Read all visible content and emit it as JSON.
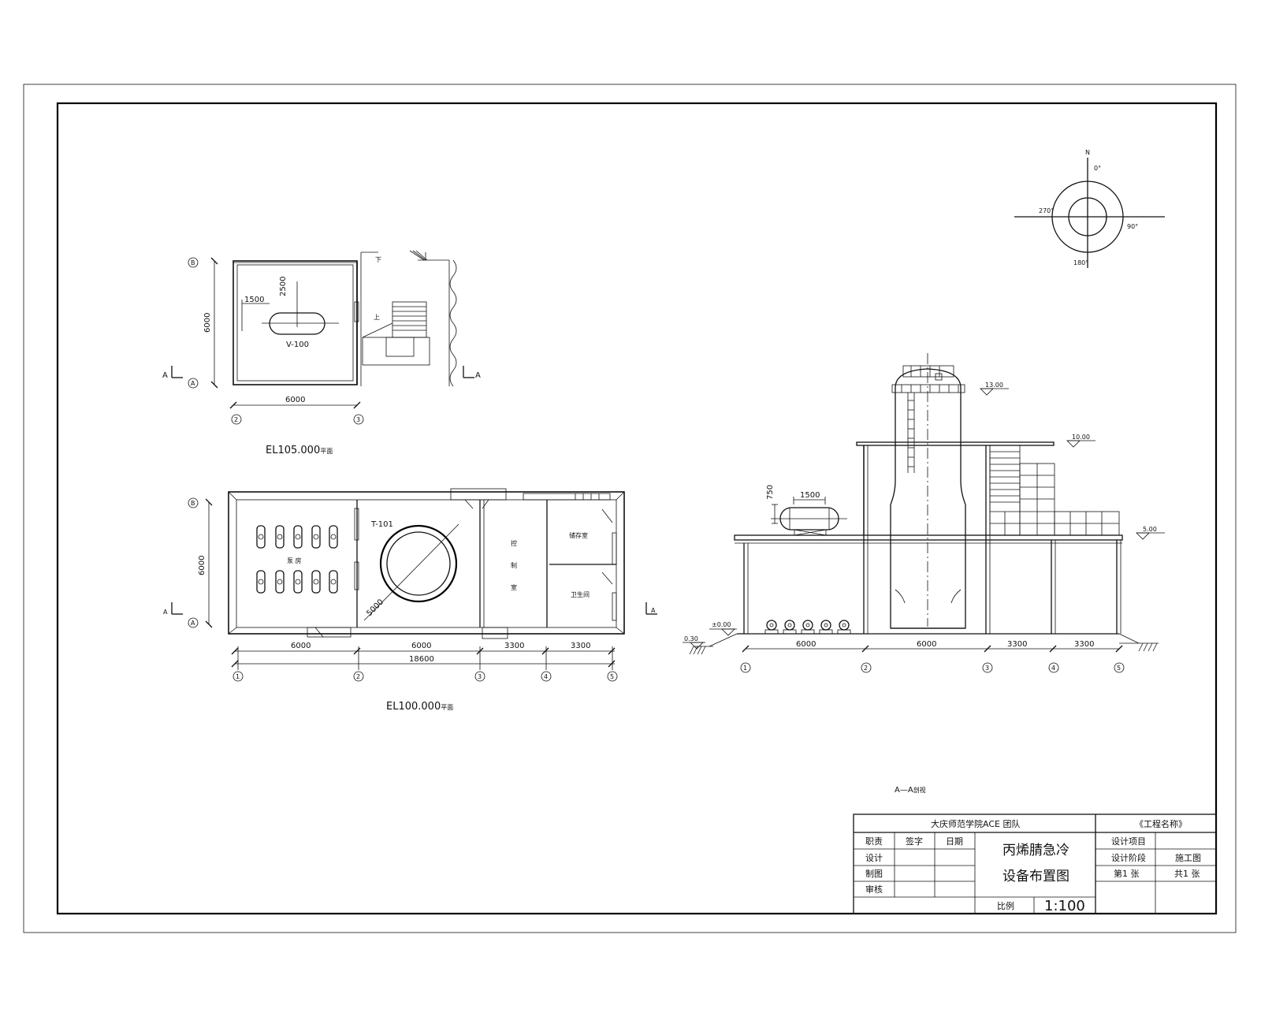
{
  "compass": {
    "north": "N",
    "deg0": "0°",
    "deg90": "90°",
    "deg180": "180°",
    "deg270": "270°"
  },
  "plan_upper": {
    "title": "EL105.000",
    "title_suffix": "平面",
    "equipment": "V-100",
    "dim_width": "6000",
    "dim_depth": "6000",
    "dim_offset_x": "1500",
    "dim_offset_y": "2500",
    "axis_rows": [
      "B",
      "A"
    ],
    "axis_cols": [
      "2",
      "3"
    ],
    "section_mark": "A",
    "stair_down": "下",
    "stair_up": "上"
  },
  "plan_lower": {
    "title": "EL100.000",
    "title_suffix": "平面",
    "equipment": "T-101",
    "dia": "5000",
    "dim_depth": "6000",
    "dims": [
      "6000",
      "6000",
      "3300",
      "3300"
    ],
    "total": "18600",
    "axis_rows": [
      "B",
      "A"
    ],
    "axis_cols": [
      "1",
      "2",
      "3",
      "4",
      "5"
    ],
    "section_mark": "A",
    "room_pump": "泵  房",
    "room_control": [
      "控",
      "制",
      "室"
    ],
    "room_storage": "储存室",
    "room_wc": "卫生间"
  },
  "section": {
    "title": "A—A",
    "title_suffix": "剖视",
    "elev_13": "13.00",
    "elev_10": "10.00",
    "elev_5": "5.00",
    "elev_0": "±0.00",
    "elev_ground": "0.30",
    "dim_vessel_len": "1500",
    "dim_vessel_h": "750",
    "dims": [
      "6000",
      "6000",
      "3300",
      "3300"
    ],
    "axis_cols": [
      "1",
      "2",
      "3",
      "4",
      "5"
    ]
  },
  "title_block": {
    "org": "大庆师范学院ACE 团队",
    "project_label": "《工程名称》",
    "rows": [
      "职责",
      "设计",
      "制图",
      "审核"
    ],
    "col_sign": "签字",
    "col_date": "日期",
    "drawing_title_1": "丙烯腈急冷",
    "drawing_title_2": "设备布置图",
    "scale_label": "比例",
    "scale_value": "1:100",
    "design_item": "设计项目",
    "design_stage": "设计阶段",
    "stage_value": "施工图",
    "sheet_no": "第1 张",
    "sheet_total": "共1 张"
  }
}
